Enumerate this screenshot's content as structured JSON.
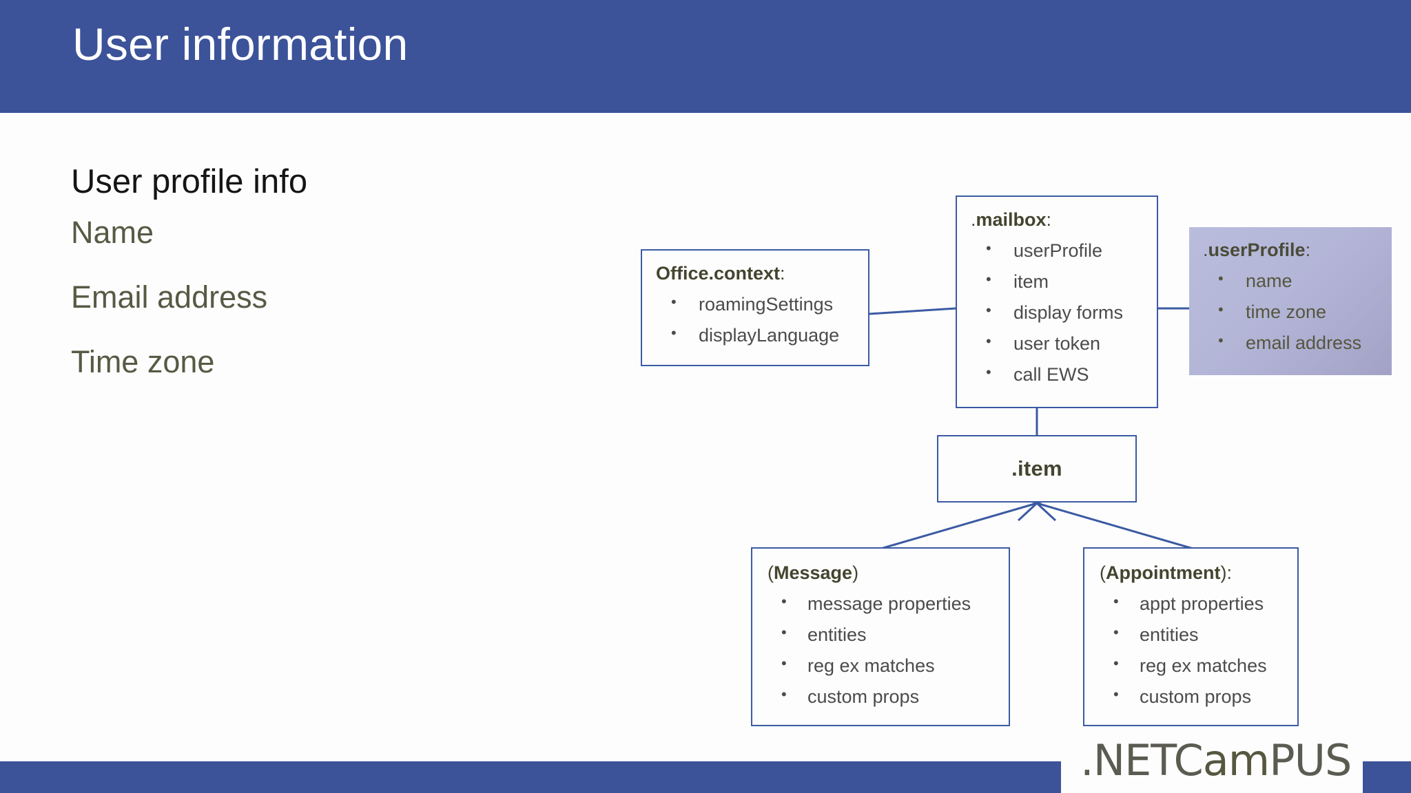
{
  "slide": {
    "header": {
      "title": "User information"
    },
    "accent_color": "#3c5399",
    "gradient_node_color": "#b4b6d8",
    "left_panel": {
      "heading": "User profile info",
      "items": [
        {
          "label": "Name"
        },
        {
          "label": "Email address"
        },
        {
          "label": "Time zone"
        }
      ]
    },
    "diagram": {
      "nodes": [
        {
          "id": "office-context",
          "title_plain": "Office.context",
          "title_suffix": ":",
          "items": [
            "roamingSettings",
            "displayLanguage"
          ]
        },
        {
          "id": "mailbox",
          "title_prefix": ".",
          "title_plain": "mailbox",
          "title_suffix": ":",
          "items": [
            "userProfile",
            "item",
            "display forms",
            "user token",
            "call EWS"
          ]
        },
        {
          "id": "user-profile",
          "title_prefix": ".",
          "title_plain": "userProfile",
          "title_suffix": ":",
          "items": [
            "name",
            "time zone",
            "email address"
          ]
        },
        {
          "id": "item",
          "label": ".item"
        },
        {
          "id": "message",
          "title_prefix": "(",
          "title_plain": "Message",
          "title_suffix": ")",
          "items": [
            "message properties",
            "entities",
            "reg ex matches",
            "custom props"
          ]
        },
        {
          "id": "appointment",
          "title_prefix": "(",
          "title_plain": "Appointment",
          "title_suffix": "):",
          "items": [
            "appt properties",
            "entities",
            "reg ex matches",
            "custom props"
          ]
        }
      ]
    },
    "footer": {
      "logo_part1": ".NETC",
      "logo_a": "a",
      "logo_m": "m",
      "logo_part2": "PUS"
    }
  }
}
